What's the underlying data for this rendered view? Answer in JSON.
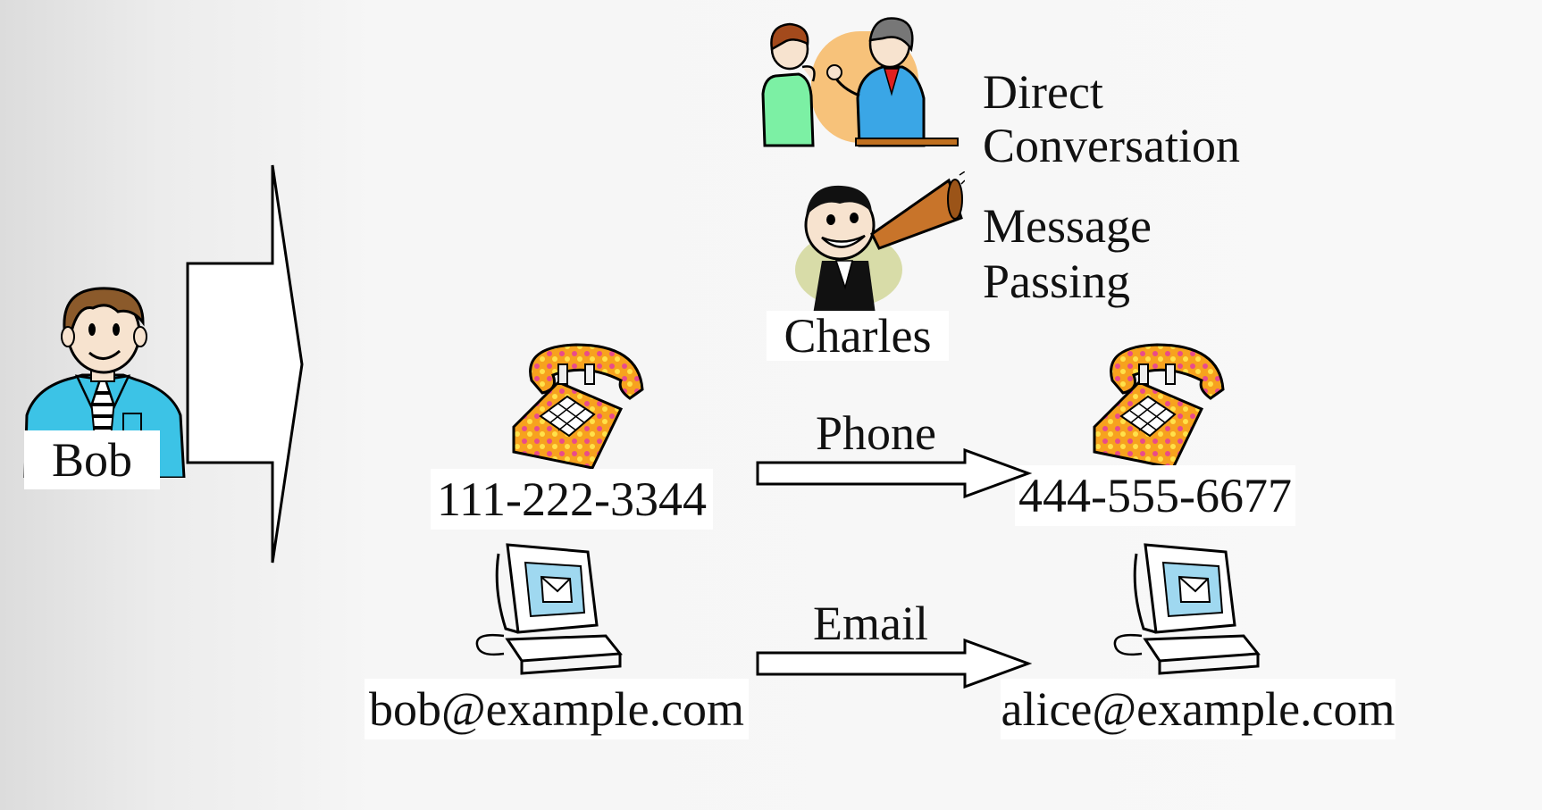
{
  "people": {
    "bob": "Bob",
    "charles": "Charles"
  },
  "methods": {
    "direct_line1": "Direct",
    "direct_line2": "Conversation",
    "message_line1": "Message",
    "message_line2": "Passing",
    "phone": "Phone",
    "email": "Email"
  },
  "addresses": {
    "bob_phone": "111-222-3344",
    "alice_phone": "444-555-6677",
    "bob_email": "bob@example.com",
    "alice_email": "alice@example.com"
  }
}
